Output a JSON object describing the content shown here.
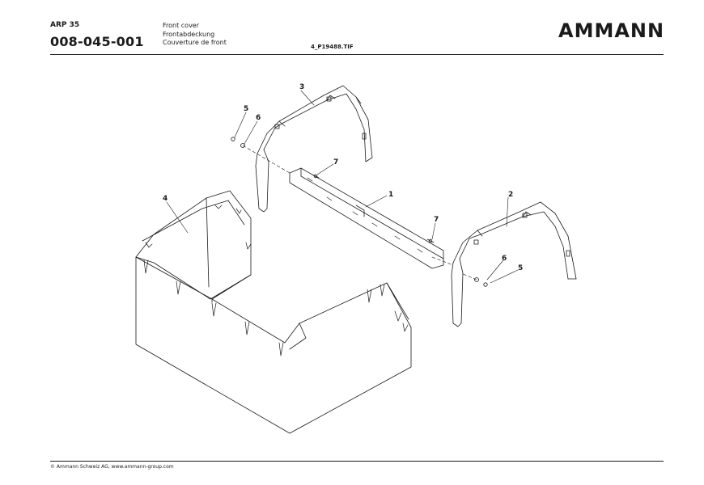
{
  "header": {
    "model": "ARP 35",
    "part_number": "008-045-001",
    "title_en": "Front cover",
    "title_de": "Frontabdeckung",
    "title_fr": "Couverture de front",
    "file_name": "4_P19488.TIF",
    "logo_text": "AMMANN"
  },
  "callouts": {
    "c1": "1",
    "c2": "2",
    "c3": "3",
    "c4": "4",
    "c5a": "5",
    "c6a": "6",
    "c7a": "7",
    "c7b": "7",
    "c6b": "6",
    "c5b": "5"
  },
  "footer": {
    "copyright": "© Ammann Schweiz AG, www.ammann-group.com"
  },
  "colors": {
    "ink": "#1a1a1a",
    "background": "#ffffff"
  }
}
